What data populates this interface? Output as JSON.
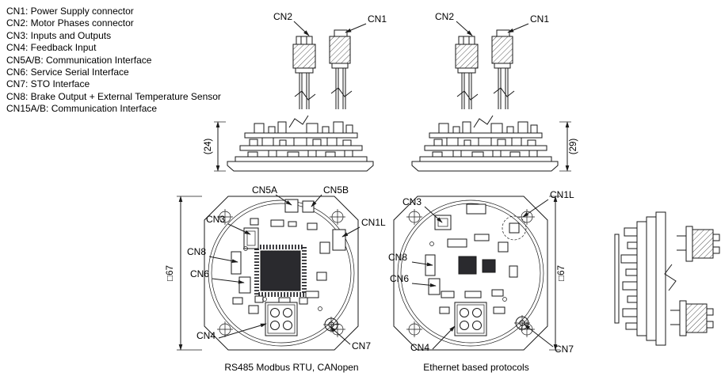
{
  "colors": {
    "line": "#1a1a1a",
    "text": "#000000",
    "background": "#ffffff"
  },
  "legend": {
    "items": [
      "CN1: Power Supply connector",
      "CN2: Motor Phases connector",
      "CN3: Inputs and Outputs",
      "CN4: Feedback Input",
      "CN5A/B: Communication Interface",
      "CN6: Service Serial Interface",
      "CN7: STO Interface",
      "CN8: Brake Output + External Temperature Sensor",
      "CN15A/B: Communication Interface"
    ]
  },
  "connector_views": {
    "left": {
      "cn2": "CN2",
      "cn1": "CN1"
    },
    "right": {
      "cn2": "CN2",
      "cn1": "CN1"
    }
  },
  "side_views": {
    "left": {
      "height_dim": "(24)"
    },
    "right": {
      "height_dim": "(29)"
    }
  },
  "boards": {
    "left": {
      "callouts": {
        "cn5a": "CN5A",
        "cn5b": "CN5B",
        "cn3": "CN3",
        "cn1l": "CN1L",
        "cn8": "CN8",
        "cn6": "CN6",
        "cn4": "CN4",
        "cn7": "CN7"
      },
      "dimension": "□67",
      "caption": "RS485 Modbus RTU, CANopen"
    },
    "right": {
      "callouts": {
        "cn3": "CN3",
        "cn1l": "CN1L",
        "cn8": "CN8",
        "cn6": "CN6",
        "cn4": "CN4",
        "cn7": "CN7"
      },
      "dimension": "□67",
      "caption": "Ethernet based protocols"
    }
  }
}
